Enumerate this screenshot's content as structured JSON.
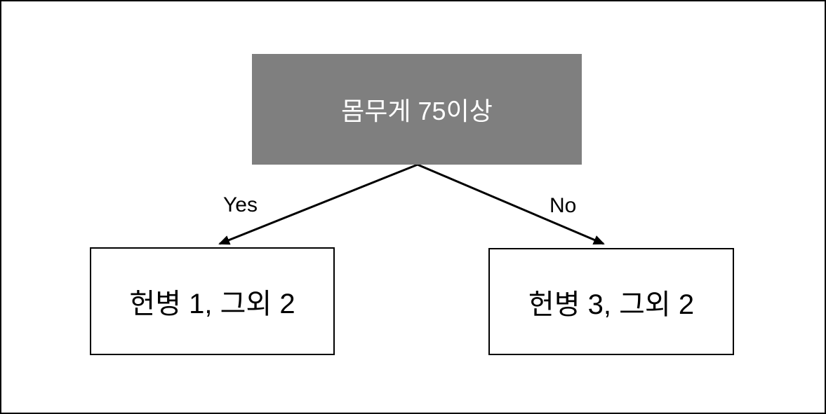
{
  "diagram": {
    "type": "decision-tree",
    "root": {
      "label": "몸무게 75이상"
    },
    "edges": [
      {
        "label": "Yes",
        "target": "left-leaf"
      },
      {
        "label": "No",
        "target": "right-leaf"
      }
    ],
    "leaves": [
      {
        "label": "헌병 1, 그외 2"
      },
      {
        "label": "헌병 3, 그외 2"
      }
    ]
  },
  "colors": {
    "root_bg": "#7f7f7f",
    "root_text": "#ffffff",
    "leaf_border": "#000000",
    "arrow": "#000000",
    "outer_border": "#000000"
  }
}
